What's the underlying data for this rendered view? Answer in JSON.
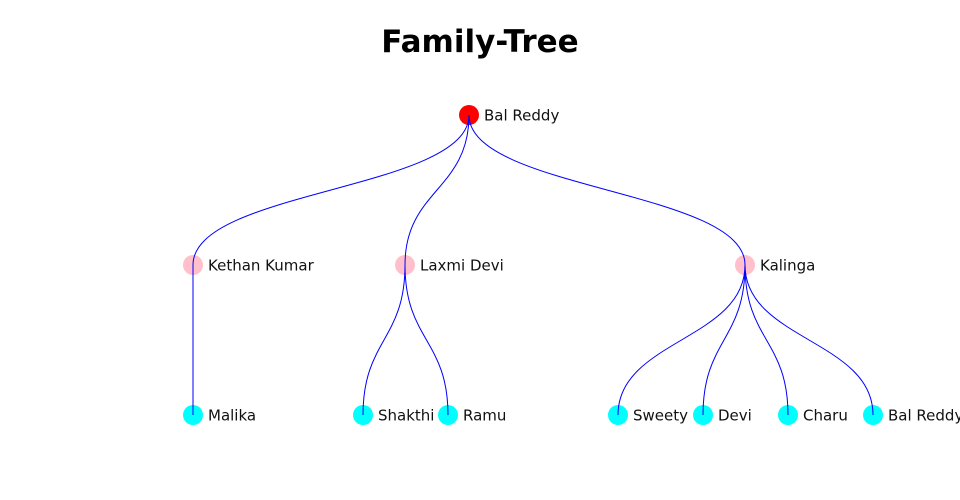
{
  "title": "Family-Tree",
  "colors": {
    "root": "#ff0000",
    "level1": "#ffc0cb",
    "level2": "#00ffff",
    "link": "#0000ff"
  },
  "tree": {
    "name": "Bal Reddy",
    "children": [
      {
        "name": "Kethan Kumar",
        "children": [
          {
            "name": "Malika"
          }
        ]
      },
      {
        "name": "Laxmi Devi",
        "children": [
          {
            "name": "Shakthi"
          },
          {
            "name": "Ramu"
          }
        ]
      },
      {
        "name": "Kalinga",
        "children": [
          {
            "name": "Sweety"
          },
          {
            "name": "Devi"
          },
          {
            "name": "Charu"
          },
          {
            "name": "Bal Reddy"
          }
        ]
      }
    ]
  }
}
